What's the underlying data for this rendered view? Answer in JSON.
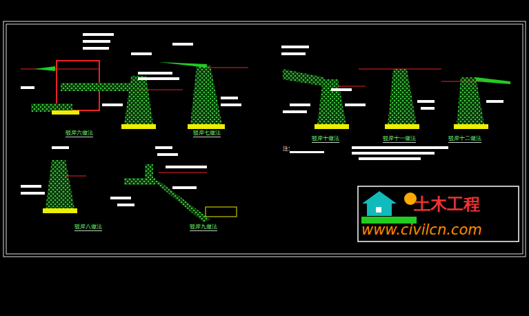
{
  "diagram": {
    "nodes": [
      {
        "text": [
          "土木工程",
          "www.civilcn.com"
        ]
      }
    ],
    "labels": [
      "驳岸六做法",
      "驳岸七做法",
      "驳岸十做法",
      "驳岸十一做法",
      "驳岸十二做法",
      "驳岸八做法",
      "驳岸九做法",
      "注:"
    ]
  }
}
